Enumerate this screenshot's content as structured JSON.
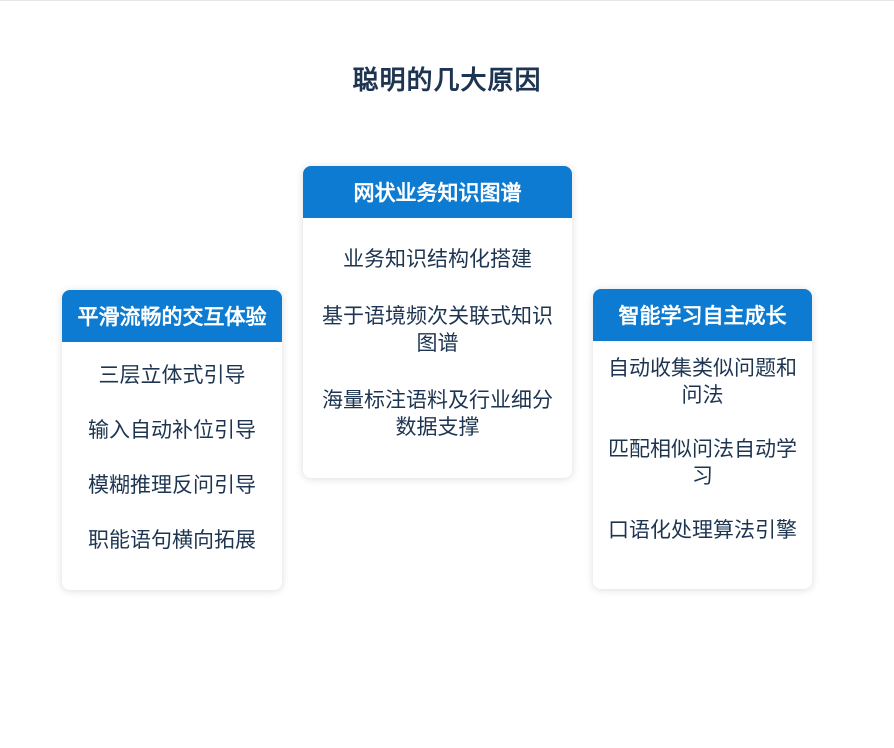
{
  "title": "聪明的几大原因",
  "cards": {
    "left": {
      "title": "平滑流畅的交互体验",
      "items": [
        "三层立体式引导",
        "输入自动补位引导",
        "模糊推理反问引导",
        "职能语句横向拓展"
      ]
    },
    "center": {
      "title": "网状业务知识图谱",
      "items": [
        "业务知识结构化搭建",
        "基于语境频次关联式知识图谱",
        "海量标注语料及行业细分数据支撑"
      ]
    },
    "right": {
      "title": "智能学习自主成长",
      "items": [
        "自动收集类似问题和问法",
        "匹配相似问法自动学习",
        "口语化处理算法引擎"
      ]
    }
  },
  "colors": {
    "accent": "#0d7bd1",
    "text": "#1e3552",
    "background": "#ffffff"
  }
}
